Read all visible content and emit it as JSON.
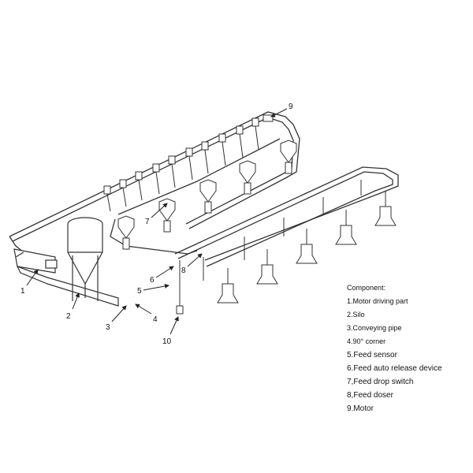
{
  "legend": {
    "title": "Component:",
    "items": [
      "1.Motor driving part",
      "2.Silo",
      "3.Conveying pipe",
      "4.90° corner",
      "5.Feed sensor",
      "6.Feed auto release device",
      "7,Feed drop switch",
      "8,Feed doser",
      "9.Motor"
    ]
  },
  "callouts": [
    "1",
    "2",
    "3",
    "4",
    "5",
    "6",
    "7",
    "8",
    "9",
    "10"
  ]
}
